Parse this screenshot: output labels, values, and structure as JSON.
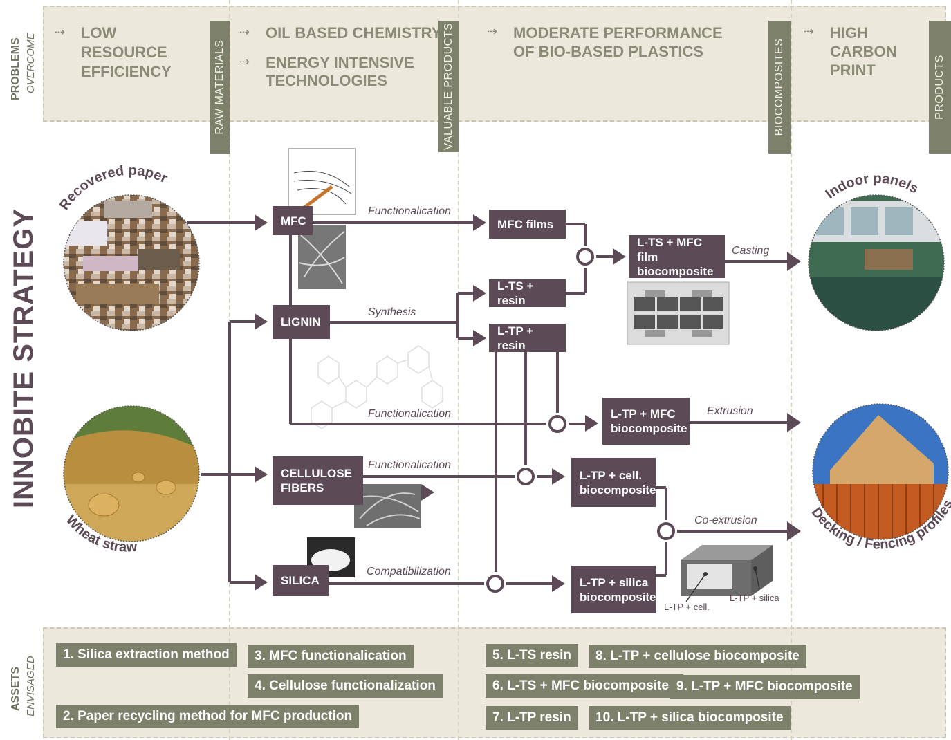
{
  "title": "INNOBITE STRATEGY",
  "problems": {
    "label": "PROBLEMS",
    "sublabel": "OVERCOME",
    "items": [
      "LOW\nRESOURCE\nEFFICIENCY",
      "OIL BASED CHEMISTRY",
      "ENERGY INTENSIVE\nTECHNOLOGIES",
      "MODERATE  PERFORMANCE\nOF BIO-BASED PLASTICS",
      "HIGH\nCARBON\nPRINT"
    ],
    "arrow": "⇢"
  },
  "stages": [
    "RAW  MATERIALS",
    "VALUABLE  PRODUCTS",
    "BIOCOMPOSITES",
    "PRODUCTS"
  ],
  "raw_materials": [
    "Recovered paper",
    "Wheat straw"
  ],
  "products": [
    "Indoor panels",
    "Decking / Fencing profiles"
  ],
  "nodes": {
    "mfc": "MFC",
    "lignin": "LIGNIN",
    "cellulose": "CELLULOSE\nFIBERS",
    "silica": "SILICA",
    "mfc_films": "MFC films",
    "lts_resin": "L-TS + resin",
    "ltp_resin": "L-TP + resin",
    "lts_mfc": "L-TS + MFC film\nbiocomposite",
    "ltp_mfc": "L-TP + MFC\nbiocomposite",
    "ltp_cell": "L-TP + cell.\nbiocomposite",
    "ltp_silica": "L-TP + silica\nbiocomposite"
  },
  "edge_labels": {
    "func1": "Functionalication",
    "synthesis": "Synthesis",
    "func2": "Functionalication",
    "func3": "Functionalication",
    "compat": "Compatibilization",
    "casting": "Casting",
    "extrusion": "Extrusion",
    "coextrusion": "Co-extrusion"
  },
  "profile_labels": [
    "L-TP + cell.",
    "L-TP + silica"
  ],
  "assets": {
    "label": "ASSETS",
    "sublabel": "ENVISAGED",
    "items": [
      "1. Silica extraction method",
      "2. Paper recycling method for MFC production",
      "3. MFC functionalication",
      "4. Cellulose functionalization",
      "5. L-TS resin",
      "6. L-TS + MFC biocomposites",
      "7. L-TP resin",
      "8. L-TP + cellulose biocomposite",
      "9. L-TP + MFC biocomposite",
      "10. L-TP + silica biocomposite"
    ]
  },
  "colors": {
    "node": "#5c4a56",
    "tag": "#7d806a",
    "band": "#ece9dc",
    "problem_text": "#8a8c78"
  }
}
